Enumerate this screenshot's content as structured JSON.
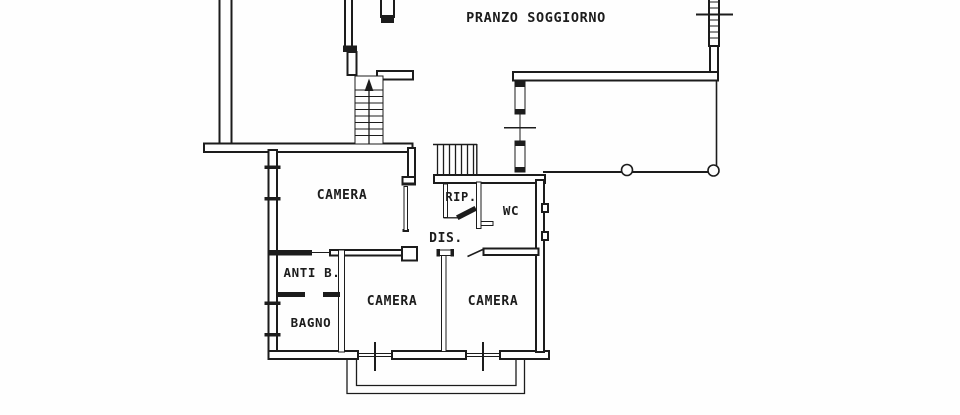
{
  "colors": {
    "ink": "#1c1c1c",
    "background": "#fefefe"
  },
  "rooms": {
    "living": {
      "label": "PRANZO SOGGIORNO"
    },
    "bedroom_top": {
      "label": "CAMERA"
    },
    "storage": {
      "label": "RIP."
    },
    "wc": {
      "label": "WC"
    },
    "hallway": {
      "label": "DIS."
    },
    "anteroom": {
      "label": "ANTI B."
    },
    "bathroom": {
      "label": "BAGNO"
    },
    "bedroom_left": {
      "label": "CAMERA"
    },
    "bedroom_right": {
      "label": "CAMERA"
    }
  }
}
